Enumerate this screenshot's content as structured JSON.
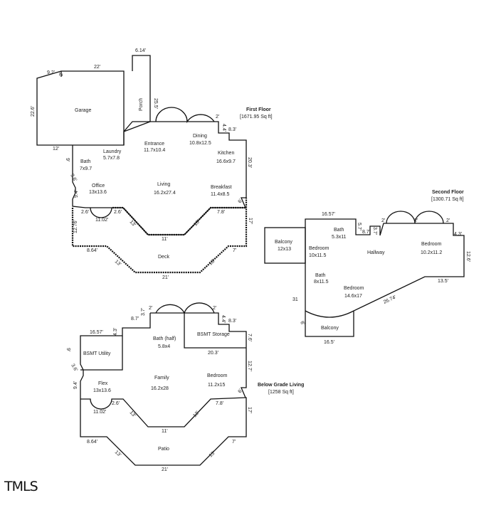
{
  "brand": {
    "logo": "TMLS"
  },
  "first_floor": {
    "title": "First Floor",
    "area": "[1671.95 Sq ft]",
    "rooms": [
      {
        "name": "Garage",
        "dims": ""
      },
      {
        "name": "Porch",
        "dims": ""
      },
      {
        "name": "Entrance",
        "dims": "11.7x10.4"
      },
      {
        "name": "Dining",
        "dims": "10.8x12.5"
      },
      {
        "name": "Laundry",
        "dims": "5.7x7.8"
      },
      {
        "name": "Kitchen",
        "dims": "16.6x9.7"
      },
      {
        "name": "Bath",
        "dims": "7x9.7"
      },
      {
        "name": "Office",
        "dims": "13x13.6"
      },
      {
        "name": "Living",
        "dims": "16.2x27.4"
      },
      {
        "name": "Breakfast",
        "dims": "11.4x8.5"
      },
      {
        "name": "Deck",
        "dims": ""
      }
    ],
    "dims": [
      "6.14'",
      "22'",
      "9.2'",
      "2'",
      "22.6'",
      "25.5'",
      "2'",
      "4.4'",
      "8.3'",
      "12'",
      "9'",
      "3.6'",
      "20.3'",
      "9.4'",
      "2.6'",
      "2.6'",
      "11.02'",
      "7.8'",
      "6'",
      "17'",
      "12.76'",
      "13'",
      "11'",
      "13'",
      "8.64'",
      "7'",
      "13'",
      "13'",
      "21'"
    ]
  },
  "second_floor": {
    "title": "Second Floor",
    "area": "[1300.71 Sq ft]",
    "rooms": [
      {
        "name": "Balcony",
        "dims": "12x13"
      },
      {
        "name": "Bath",
        "dims": "5.3x11"
      },
      {
        "name": "Bedroom",
        "dims": "10x11.5"
      },
      {
        "name": "Hallway",
        "dims": ""
      },
      {
        "name": "Bedroom",
        "dims": "10.2x11.2"
      },
      {
        "name": "Bath",
        "dims": "8x11.5"
      },
      {
        "name": "Bedroom",
        "dims": "14.6x17"
      },
      {
        "name": "Balcony",
        "dims": ""
      }
    ],
    "dims": [
      "16.57'",
      "5.7'",
      "8.7'",
      "3.7'",
      "2'",
      "2'",
      "2'",
      "4.3'",
      "12.6'",
      "13.5'",
      "26.74'",
      "31",
      "8'",
      "16.5'"
    ]
  },
  "below_grade": {
    "title": "Below Grade Living",
    "area": "[1258 Sq ft]",
    "rooms": [
      {
        "name": "Bath (half)",
        "dims": "5.8x4"
      },
      {
        "name": "BSMT Storage",
        "dims": ""
      },
      {
        "name": "BSMT Utility",
        "dims": ""
      },
      {
        "name": "Family",
        "dims": "16.2x28"
      },
      {
        "name": "Bedroom",
        "dims": "11.2x15"
      },
      {
        "name": "Flex",
        "dims": "13x13.6"
      },
      {
        "name": "Patio",
        "dims": ""
      }
    ],
    "dims": [
      "2'",
      "2'",
      "8.7'",
      "3.7'",
      "4.4'",
      "8.3'",
      "16.57'",
      "4.3'",
      "7.6'",
      "9'",
      "20.3'",
      "3.6'",
      "12.7'",
      "9.4'",
      "6'",
      "2.6'",
      "7.8'",
      "11.02'",
      "17'",
      "13'",
      "13'",
      "11'",
      "8.64'",
      "7'",
      "13'",
      "13'",
      "21'"
    ]
  }
}
